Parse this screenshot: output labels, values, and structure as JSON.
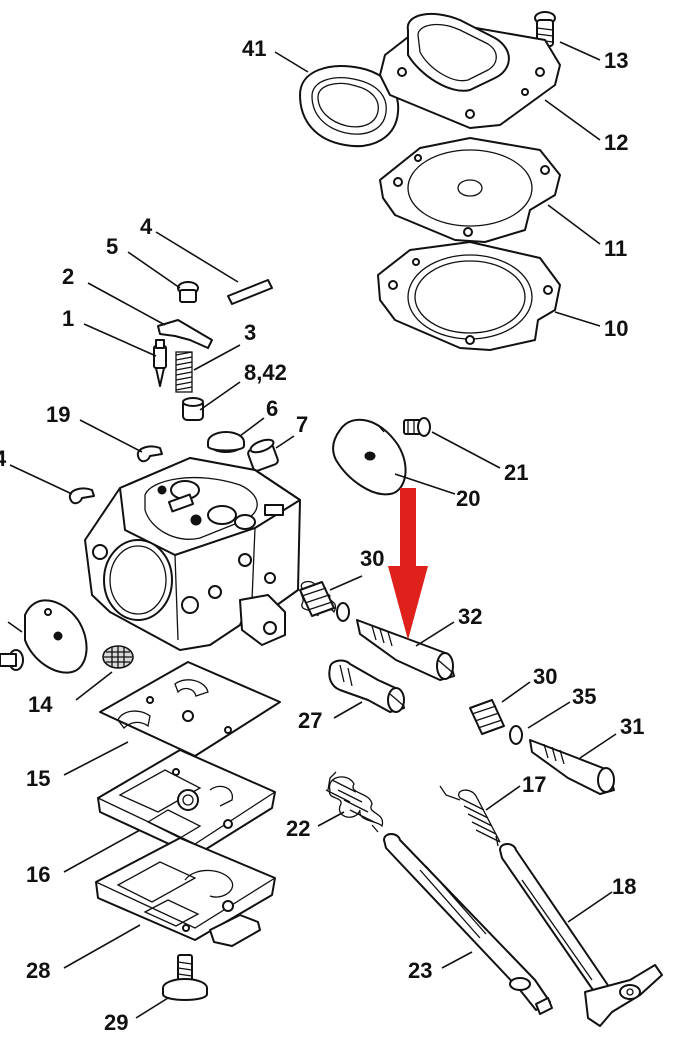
{
  "labels": {
    "p41": "41",
    "p13": "13",
    "p12": "12",
    "p11": "11",
    "p10": "10",
    "p4": "4",
    "p5": "5",
    "p2": "2",
    "p1": "1",
    "p3": "3",
    "p842": "8,42",
    "p6": "6",
    "p7": "7",
    "p19": "19",
    "p4b": "4",
    "p21": "21",
    "p20": "20",
    "p30a": "30",
    "p32": "32",
    "p30b": "30",
    "p35": "35",
    "p31": "31",
    "p14": "14",
    "p27": "27",
    "p15": "15",
    "p17": "17",
    "p22": "22",
    "p16": "16",
    "p18": "18",
    "p28": "28",
    "p23": "23",
    "p29": "29"
  },
  "indicator": {
    "color": "#e0201b",
    "points_to": "32"
  }
}
